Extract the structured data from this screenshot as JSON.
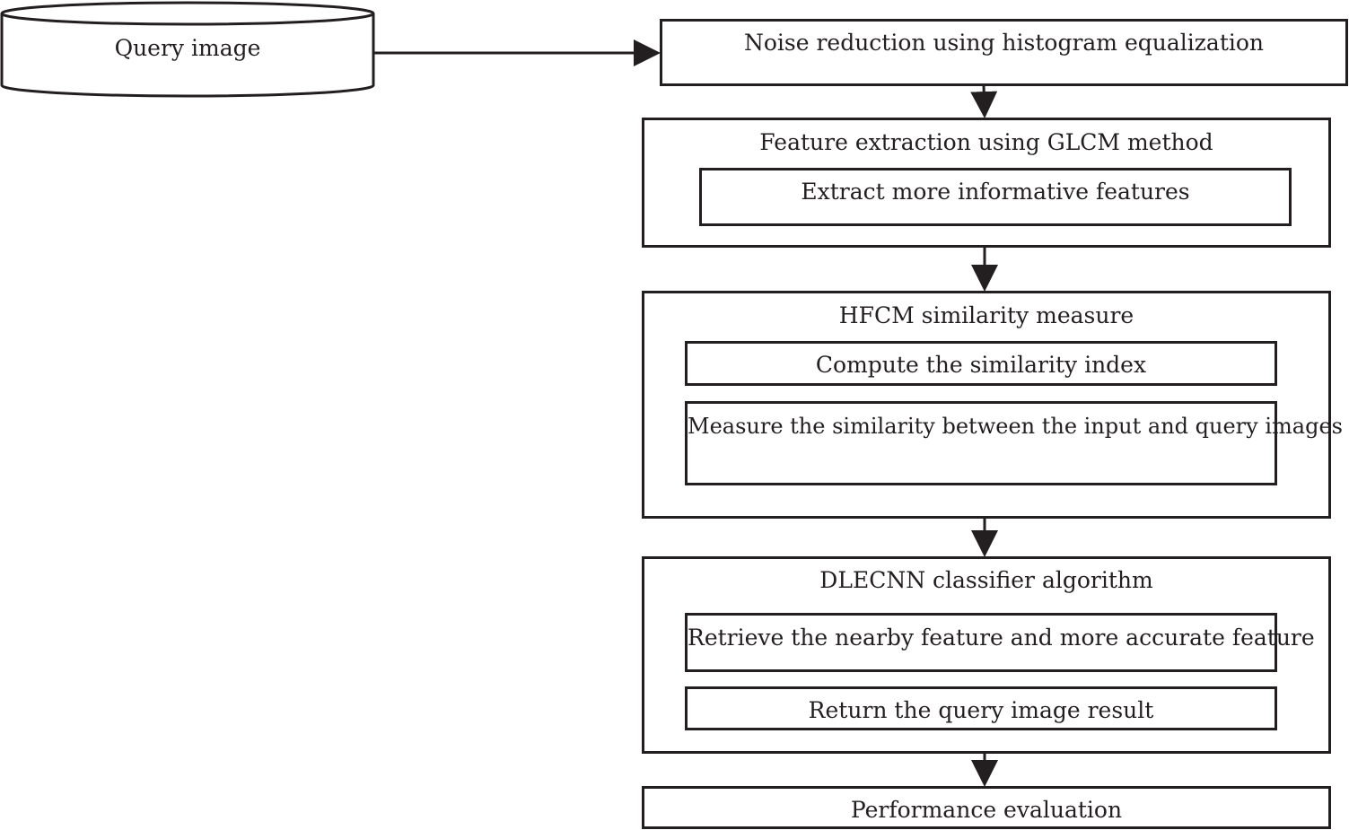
{
  "source": {
    "label": "Query image"
  },
  "steps": {
    "noise_reduction": "Noise reduction using histogram equalization",
    "feature_extraction": {
      "title": "Feature extraction using GLCM method",
      "sub_1": "Extract more informative features"
    },
    "hfcm": {
      "title": "HFCM similarity measure",
      "sub_1": "Compute the similarity index",
      "sub_2": "Measure the similarity between the input and query images"
    },
    "dlecnn": {
      "title": "DLECNN classifier algorithm",
      "sub_1": "Retrieve the nearby feature and more accurate feature",
      "sub_2": "Return the query image result"
    },
    "performance": "Performance evaluation"
  }
}
